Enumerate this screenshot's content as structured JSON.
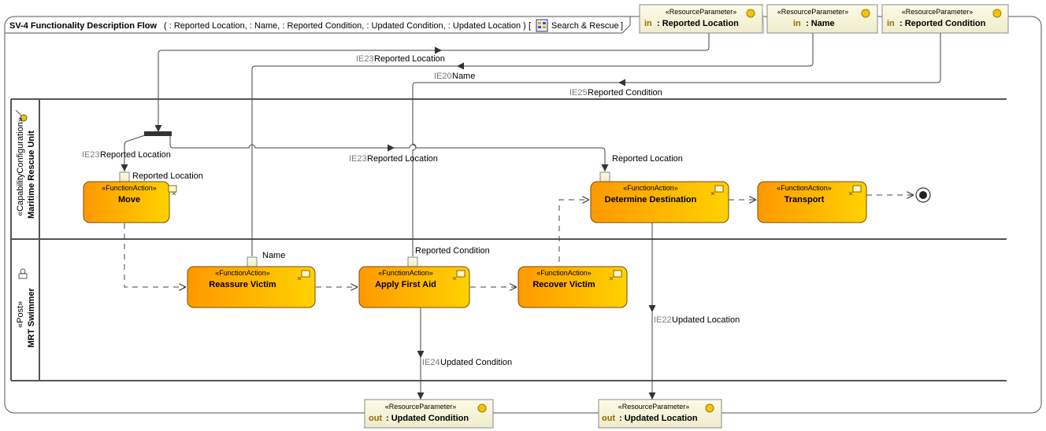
{
  "frame": {
    "title_kind": "SV-4 Functionality Description Flow",
    "params": "( : Reported Location, : Name, : Reported Condition, : Updated Condition, : Updated Location )",
    "owner": "Search & Rescue",
    "bracket_open": "[",
    "bracket_close": "]"
  },
  "stereotypes": {
    "resource_parameter": "«ResourceParameter»",
    "function_action": "«FunctionAction»"
  },
  "params_in": [
    {
      "dir": "in",
      "name": ": Reported Location"
    },
    {
      "dir": "in",
      "name": ": Name"
    },
    {
      "dir": "in",
      "name": ": Reported Condition"
    }
  ],
  "params_out": [
    {
      "dir": "out",
      "name": ": Updated Condition"
    },
    {
      "dir": "out",
      "name": ": Updated Location"
    }
  ],
  "lanes": [
    {
      "stereotype": "«CapabilityConfiguration»",
      "name": "Maritime Rescue Unit"
    },
    {
      "stereotype": "«Post»",
      "name": "MRT Swimmer"
    }
  ],
  "actions": {
    "move": "Move",
    "determine": "Determine Destination",
    "transport": "Transport",
    "reassure": "Reassure Victim",
    "first_aid": "Apply First Aid",
    "recover": "Recover Victim"
  },
  "flows": {
    "ie23_top_id": "IE23",
    "ie23_top_name": "Reported Location",
    "ie20_id": "IE20",
    "ie20_name": "Name",
    "ie25_id": "IE25",
    "ie25_name": "Reported Condition",
    "ie23_move_id": "IE23",
    "ie23_move_name": "Reported Location",
    "ie23_mid_id": "IE23",
    "ie23_mid_name": "Reported Location",
    "ie24_id": "IE24",
    "ie24_name": "Updated Condition",
    "ie22_id": "IE22",
    "ie22_name": "Updated Location"
  },
  "pins": {
    "move_pin": "Reported Location",
    "determine_pin": "Reported Location",
    "reassure_pin": "Name",
    "first_aid_pin": "Reported Condition"
  }
}
